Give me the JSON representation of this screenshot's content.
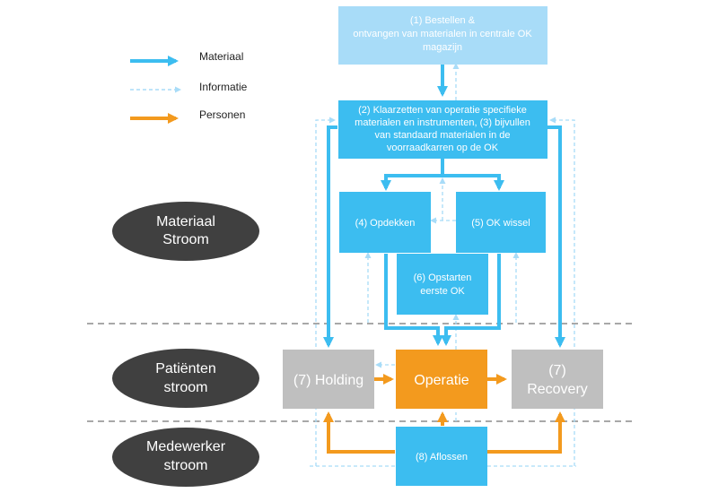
{
  "legend": {
    "material": "Materiaal",
    "information": "Informatie",
    "persons": "Personen"
  },
  "streams": {
    "material": [
      "Materiaal",
      "Stroom"
    ],
    "patients": [
      "Patiënten",
      "stroom"
    ],
    "employees": [
      "Medewerker",
      "stroom"
    ]
  },
  "boxes": {
    "order": [
      "(1) Bestellen &",
      "ontvangen van materialen in centrale OK",
      "magazijn"
    ],
    "prepare": [
      "(2) Klaarzetten van operatie specifieke",
      "materialen en instrumenten, (3) bijvullen",
      "van standaard materialen in de",
      "voorraadkarren op de OK"
    ],
    "cover": [
      "(4) Opdekken"
    ],
    "or_change": [
      "(5) OK wissel"
    ],
    "startup": [
      "(6) Opstarten",
      "eerste OK"
    ],
    "holding": [
      "(7) Holding"
    ],
    "operation": [
      "Operatie"
    ],
    "recovery": [
      "(7)",
      "Recovery"
    ],
    "relieve": [
      "(8) Aflossen"
    ]
  },
  "colors": {
    "material": "#3cbdf0",
    "material_light": "#a8dcf8",
    "information": "#a8dcf8",
    "persons": "#f39a1e",
    "grey_box": "#bfbfbf",
    "stream_ellipse": "#404040",
    "divider": "#8c8c8c"
  }
}
